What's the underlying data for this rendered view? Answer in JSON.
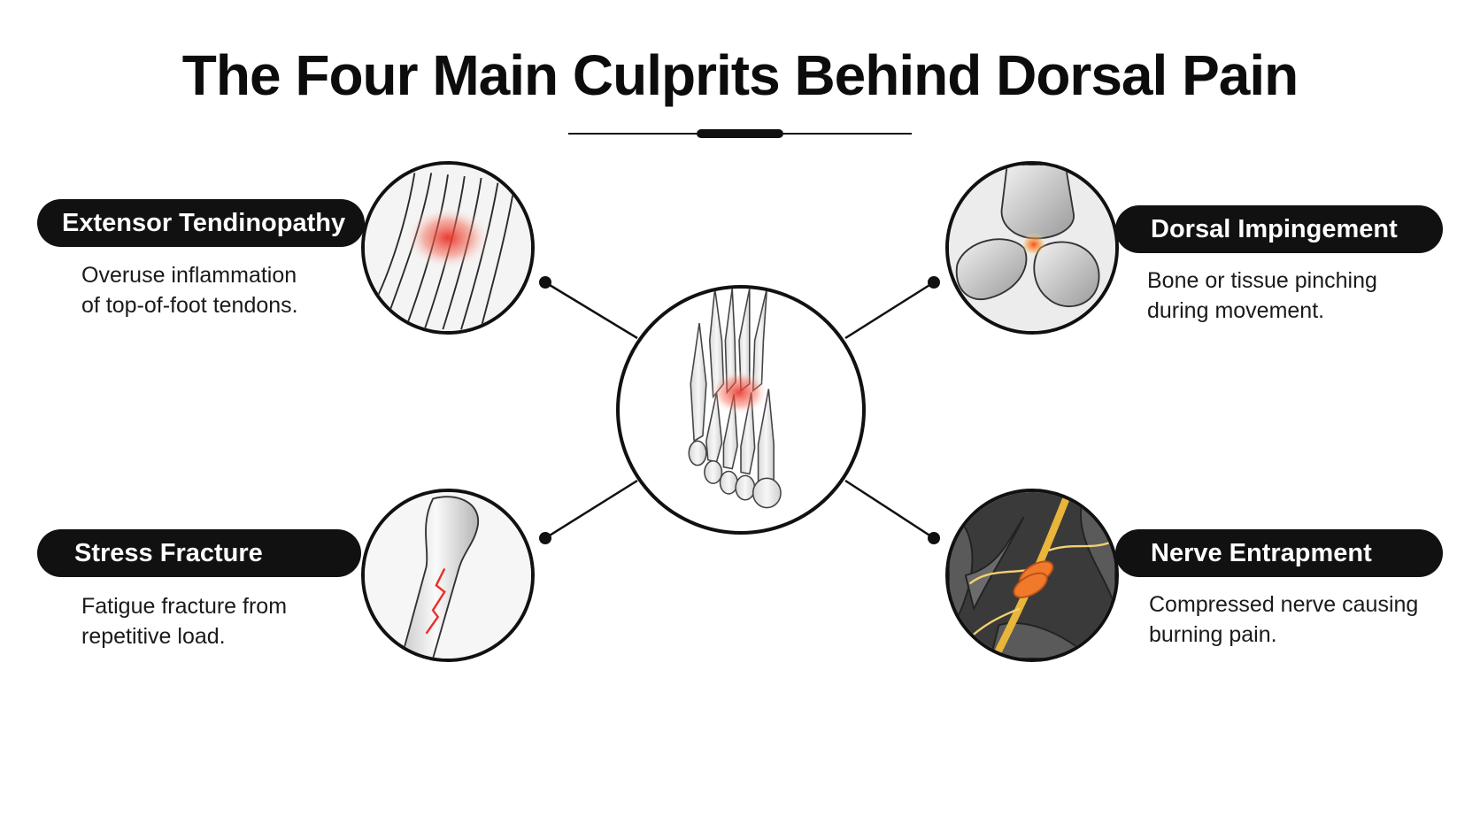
{
  "title": "The Four Main Culprits Behind Dorsal Pain",
  "culprits": [
    {
      "id": "extensor-tendinopathy",
      "label": "Extensor Tendinopathy",
      "description_line1": "Overuse inflammation",
      "description_line2": "of top-of-foot tendons.",
      "icon": "inflamed-tendons-icon"
    },
    {
      "id": "dorsal-impingement",
      "label": "Dorsal Impingement",
      "description_line1": "Bone or tissue pinching",
      "description_line2": "during movement.",
      "icon": "joint-impingement-icon"
    },
    {
      "id": "stress-fracture",
      "label": "Stress Fracture",
      "description_line1": "Fatigue fracture from",
      "description_line2": "repetitive load.",
      "icon": "fractured-bone-icon"
    },
    {
      "id": "nerve-entrapment",
      "label": "Nerve Entrapment",
      "description_line1": "Compressed nerve causing",
      "description_line2": "burning pain.",
      "icon": "compressed-nerve-icon"
    }
  ],
  "center_icon": "foot-skeleton-icon",
  "colors": {
    "ink": "#111111",
    "pain_red": "#e8322a",
    "nerve_yellow": "#e9b53a",
    "nerve_orange": "#f07a2a",
    "background": "#ffffff"
  }
}
